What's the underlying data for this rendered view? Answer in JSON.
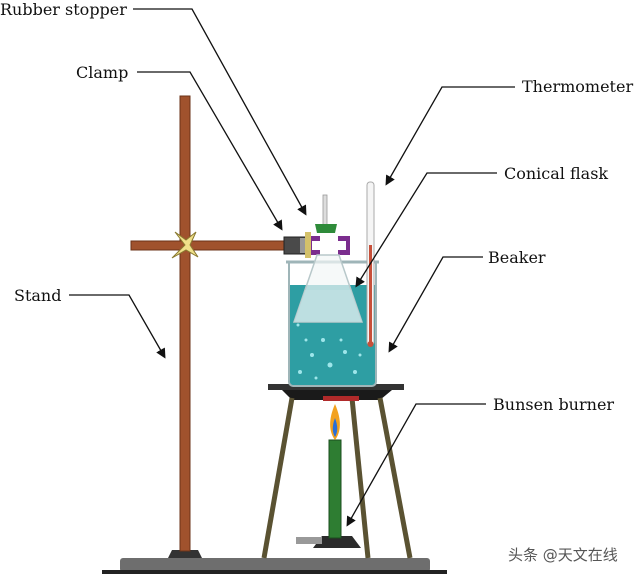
{
  "labels": {
    "rubber_stopper": "Rubber stopper",
    "clamp": "Clamp",
    "thermometer": "Thermometer",
    "conical_flask": "Conical flask",
    "beaker": "Beaker",
    "stand": "Stand",
    "bunsen_burner": "Bunsen burner"
  },
  "watermark": "头条 @天文在线",
  "colors": {
    "stand_wood": "#a0522d",
    "liquid": "#2e9ea3",
    "stopper": "#2e8b3a",
    "clamp": "#7b2d8e",
    "flame": "#f2a11f",
    "burner_tube": "#2e7d32",
    "base": "#555555"
  }
}
